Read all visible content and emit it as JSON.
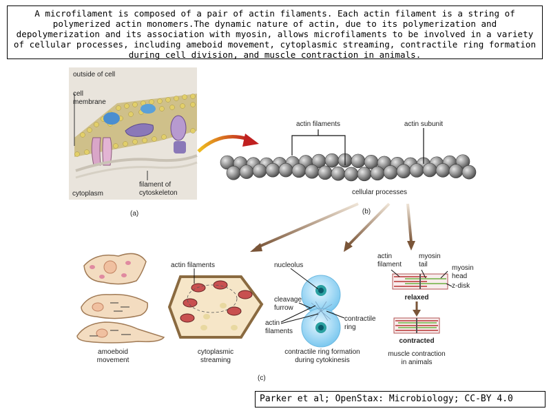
{
  "caption": "A microfilament is composed of a pair of actin filaments. Each actin filament is a string of polymerized actin monomers.The dynamic nature of actin, due to its polymerization and depolymerization and its association with myosin, allows microfilaments to be involved in a variety of cellular processes, including ameboid movement, cytoplasmic streaming, contractile ring formation during cell division, and muscle contraction in animals.",
  "credit": "Parker et al; OpenStax: Microbiology; CC-BY 4.0",
  "panel_a": {
    "label": "(a)",
    "outside": "outside of cell",
    "membrane": [
      "cell",
      "membrane"
    ],
    "cytoplasm": "cytoplasm",
    "filament": [
      "filament of",
      "cytoskeleton"
    ]
  },
  "panel_b": {
    "label": "(b)",
    "actin_filaments": "actin filaments",
    "actin_subunit": "actin subunit",
    "processes": "cellular processes"
  },
  "panel_c": {
    "label": "(c)",
    "amoeboid": [
      "amoeboid",
      "movement"
    ],
    "streaming_label": "actin filaments",
    "streaming": [
      "cytoplasmic",
      "streaming"
    ],
    "nucleolus": "nucleolus",
    "cleavage": [
      "cleavage",
      "furrow"
    ],
    "actin_fil": [
      "actin",
      "filaments"
    ],
    "ring": [
      "contractile",
      "ring"
    ],
    "ring_caption": [
      "contractile ring formation",
      "during cytokinesis"
    ],
    "actin_filament": [
      "actin",
      "filament"
    ],
    "myosin_tail": [
      "myosin",
      "tail"
    ],
    "myosin_head": [
      "myosin",
      "head"
    ],
    "zdisk": "z-disk",
    "relaxed": "relaxed",
    "contracted": "contracted",
    "muscle": [
      "muscle contraction",
      "in animals"
    ]
  },
  "colors": {
    "actin_bead": "#8c8c8c",
    "arrow": "#8b6a4a",
    "membrane_head": "#d8c46a",
    "amoeba": "#f3dcc0",
    "cell_plant": "#f6e6c8",
    "dividing_cell": "#a8dcf5",
    "muscle_red": "#d47a7a",
    "muscle_green": "#8fbf6a"
  }
}
